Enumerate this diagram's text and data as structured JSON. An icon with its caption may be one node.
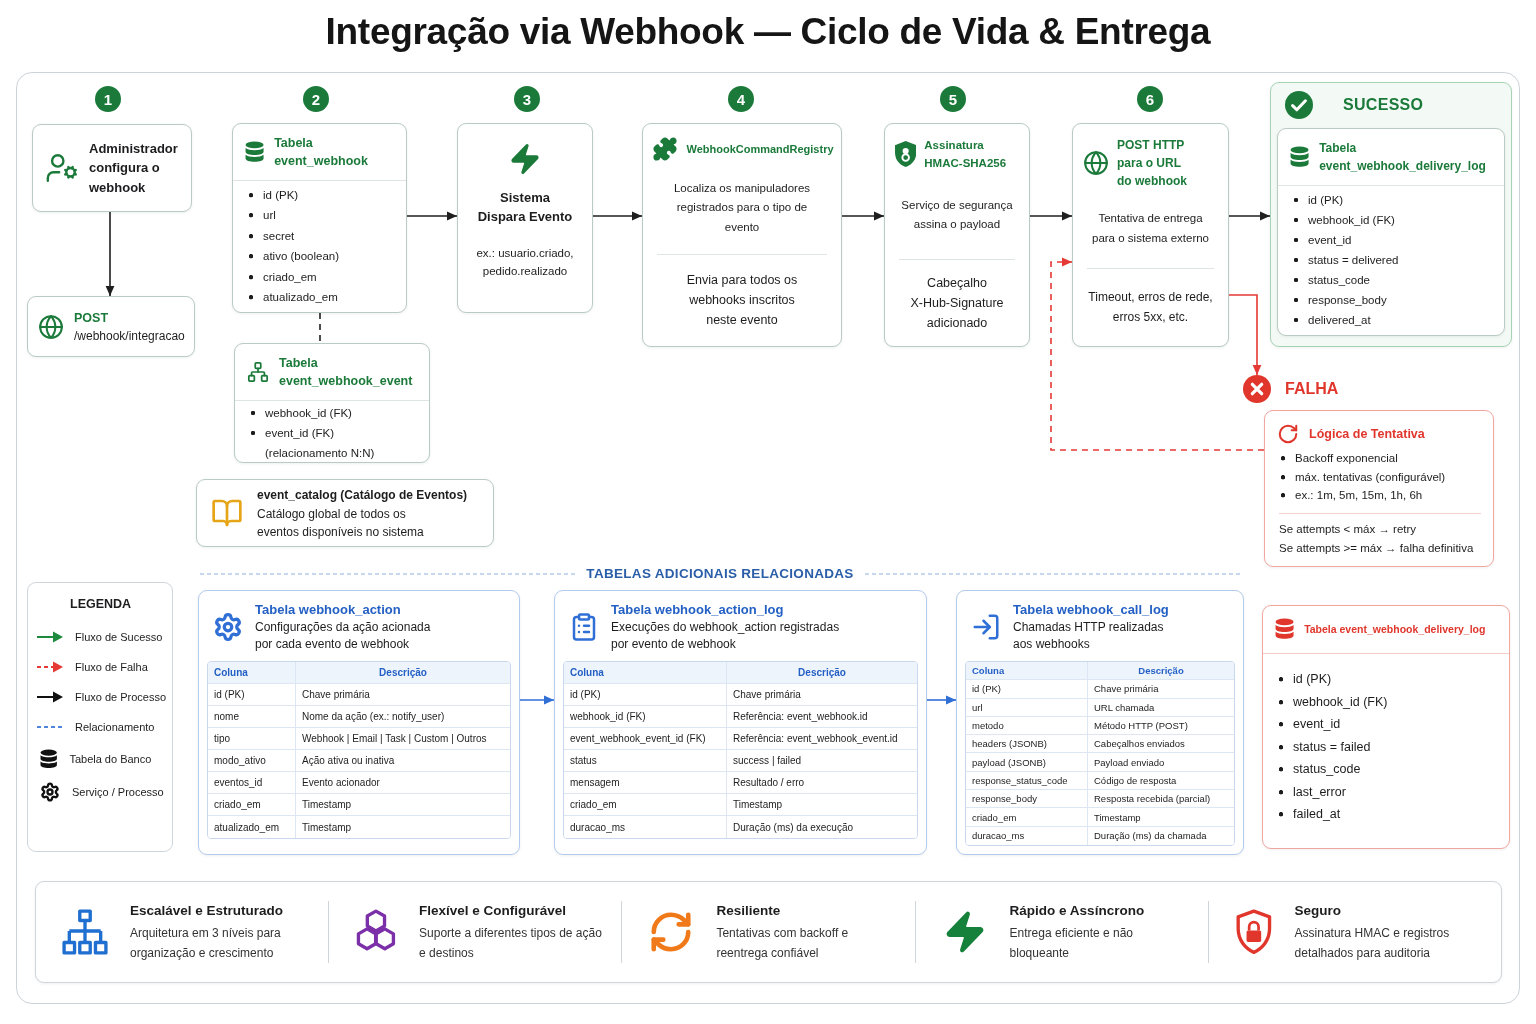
{
  "diagram": {
    "title": "Integração via Webhook — Ciclo de Vida & Entrega",
    "nodes": [
      {
        "text": [
          "1"
        ]
      },
      {
        "text": [
          "Administrador configura o webhook"
        ]
      },
      {
        "text": [
          "POST",
          "/webhook/integracao"
        ]
      },
      {
        "text": [
          "2"
        ]
      },
      {
        "text": [
          "Tabela event_webhook",
          "id (PK)",
          "url",
          "secret",
          "ativo (boolean)",
          "criado_em",
          "atualizado_em"
        ]
      },
      {
        "text": [
          "Tabela event_webhook_event",
          "webhook_id (FK)",
          "event_id (FK)",
          "(relacionamento N:N)"
        ]
      },
      {
        "text": [
          "event_catalog (Catálogo de Eventos)",
          "Catálogo global de todos os eventos disponíveis no sistema"
        ]
      },
      {
        "text": [
          "3"
        ]
      },
      {
        "text": [
          "Sistema Dispara Evento",
          "ex.: usuario.criado, pedido.realizado"
        ]
      },
      {
        "text": [
          "4"
        ]
      },
      {
        "text": [
          "WebhookCommandRegistry",
          "Localiza os manipuladores registrados para o tipo de evento",
          "Envia para todos os webhooks inscritos neste evento"
        ]
      },
      {
        "text": [
          "5"
        ]
      },
      {
        "text": [
          "Assinatura HMAC-SHA256",
          "Serviço de segurança assina o payload",
          "Cabeçalho X-Hub-Signature adicionado"
        ]
      },
      {
        "text": [
          "6"
        ]
      },
      {
        "text": [
          "POST HTTP para o URL do webhook",
          "Tentativa de entrega para o sistema externo",
          "Timeout, erros de rede, erros 5xx, etc."
        ]
      },
      {
        "text": [
          "SUCESSO"
        ]
      },
      {
        "text": [
          "Tabela event_webhook_delivery_log",
          "id (PK)",
          "webhook_id (FK)",
          "event_id",
          "status = delivered",
          "status_code",
          "response_body",
          "delivered_at"
        ],
        "in": 15
      },
      {
        "text": [
          "FALHA"
        ]
      },
      {
        "text": [
          "Lógica de Tentativa",
          "Backoff exponencial",
          "máx. tentativas (configurável)",
          "ex.: 1m, 5m, 15m, 1h, 6h",
          "Se attempts < máx → retry",
          "Se attempts >= máx → falha definitiva"
        ]
      },
      {
        "text": [
          "Tabela webhook_action",
          "Configurações da ação acionada por cada evento de webhook",
          "Coluna",
          "Descrição",
          "id (PK)",
          "Chave primária",
          "nome",
          "Nome da ação (ex.: notify_user)",
          "tipo",
          "Webhook | Email | Task | Custom | Outros",
          "modo_ativo",
          "Ação ativa ou inativa",
          "eventos_id",
          "Evento acionador",
          "criado_em",
          "Timestamp",
          "atualizado_em",
          "Timestamp"
        ]
      },
      {
        "text": [
          "Tabela webhook_action_log",
          "Execuções do webhook_action registradas por evento de webhook",
          "Coluna",
          "Descrição",
          "id (PK)",
          "Chave primária",
          "webhook_id (FK)",
          "Referência: event_webhook.id",
          "event_webhook_event_id (FK)",
          "Referência: event_webhook_event.id",
          "status",
          "success | failed",
          "mensagem",
          "Resultado / erro",
          "criado_em",
          "Timestamp",
          "duracao_ms",
          "Duração (ms) da execução"
        ]
      },
      {
        "text": [
          "Tabela webhook_call_log",
          "Chamadas HTTP realizadas aos webhooks",
          "Coluna",
          "Descrição",
          "id (PK)",
          "Chave primária",
          "url",
          "URL chamada",
          "metodo",
          "Método HTTP (POST)",
          "headers (JSONB)",
          "Cabeçalhos enviados",
          "payload (JSONB)",
          "Payload enviado",
          "response_status_code",
          "Código de resposta",
          "response_body",
          "Resposta recebida (parcial)",
          "criado_em",
          "Timestamp",
          "duracao_ms",
          "Duração (ms) da chamada"
        ]
      },
      {
        "text": [
          "Tabela event_webhook_delivery_log",
          "id (PK)",
          "webhook_id (FK)",
          "event_id",
          "status = failed",
          "status_code",
          "last_error",
          "failed_at"
        ]
      },
      {
        "text": [
          "Escalável e Estruturado",
          "Arquitetura em 3 níveis para organização e crescimento",
          "Flexível e Configurável",
          "Suporte a diferentes tipos de ação e destinos",
          "Resiliente",
          "Tentativas com backoff e reentrega confiável",
          "Rápido e Assíncrono",
          "Entrega eficiente e não bloqueante",
          "Seguro",
          "Assinatura HMAC e registros detalhados para auditoria"
        ]
      }
    ],
    "edges": [
      {
        "from": 1,
        "to": 2,
        "arrow": "to"
      },
      {
        "from": 4,
        "to": 8,
        "arrow": "to"
      },
      {
        "from": 8,
        "to": 10,
        "arrow": "to"
      },
      {
        "from": 10,
        "to": 12,
        "arrow": "to"
      },
      {
        "from": 12,
        "to": 14,
        "arrow": "to"
      },
      {
        "from": 14,
        "to": 15,
        "arrow": "to"
      },
      {
        "from": 14,
        "to": 17,
        "arrow": "to",
        "color": "#e53935"
      },
      {
        "from": 18,
        "to": 14,
        "arrow": "to",
        "style": "dashed",
        "color": "#e53935"
      },
      {
        "from": 4,
        "to": 5,
        "arrow": "none",
        "style": "dashed"
      },
      {
        "from": 19,
        "to": 20,
        "arrow": "to",
        "color": "#2f6fd6"
      },
      {
        "from": 20,
        "to": 21,
        "arrow": "to",
        "color": "#2f6fd6"
      }
    ],
    "labels": [
      "TABELAS ADICIONAIS RELACIONADAS",
      "LEGENDA"
    ],
    "legend": [
      {
        "text": "Fluxo de Sucesso"
      },
      {
        "text": "Fluxo de Falha"
      },
      {
        "text": "Fluxo de Processo"
      },
      {
        "text": "Relacionamento"
      },
      {
        "text": "Tabela do Banco"
      },
      {
        "text": "Serviço / Processo"
      }
    ]
  }
}
